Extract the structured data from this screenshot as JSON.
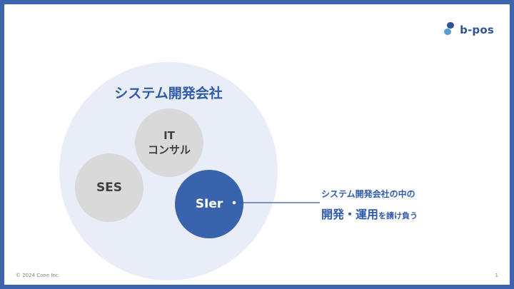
{
  "logo": {
    "text": "b-pos",
    "icon": "b-pos-logo-icon",
    "colors": {
      "top": "#2f5597",
      "bottom": "#5b9bd5"
    }
  },
  "diagram": {
    "outer_title": "システム開発会社",
    "circle_it": {
      "line1": "IT",
      "line2": "コンサル"
    },
    "circle_ses": "SES",
    "circle_sier": "SIer"
  },
  "annotation": {
    "line1": "システム開発会社の中の",
    "line2_strong": "開発・運用",
    "line2_rest": "を請け負う"
  },
  "footer": {
    "copyright": "© 2024 Cone Inc.",
    "page": "1"
  },
  "colors": {
    "frame": "#3d64ad",
    "accent": "#2f5ba8",
    "outer_circle": "#e9edf7",
    "gray_circle": "#d9d9d9",
    "blue_circle": "#3a63ad"
  }
}
